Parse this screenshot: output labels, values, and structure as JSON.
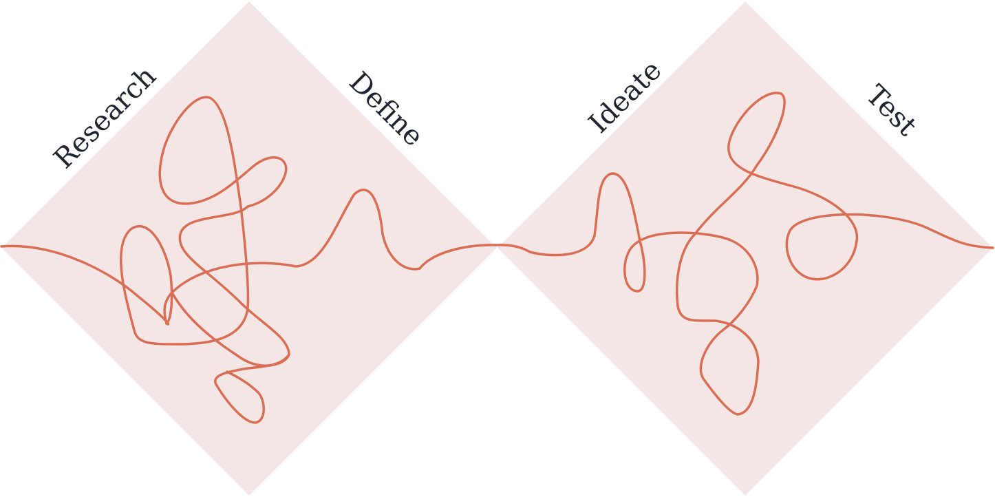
{
  "diagram": {
    "type": "double-diamond",
    "colors": {
      "diamond_fill": "#f5e6e6",
      "path_stroke": "#d96e55",
      "label_text": "#1f2530",
      "background": "#ffffff"
    },
    "labels": {
      "research": "Research",
      "define": "Define",
      "ideate": "Ideate",
      "test": "Test"
    }
  }
}
